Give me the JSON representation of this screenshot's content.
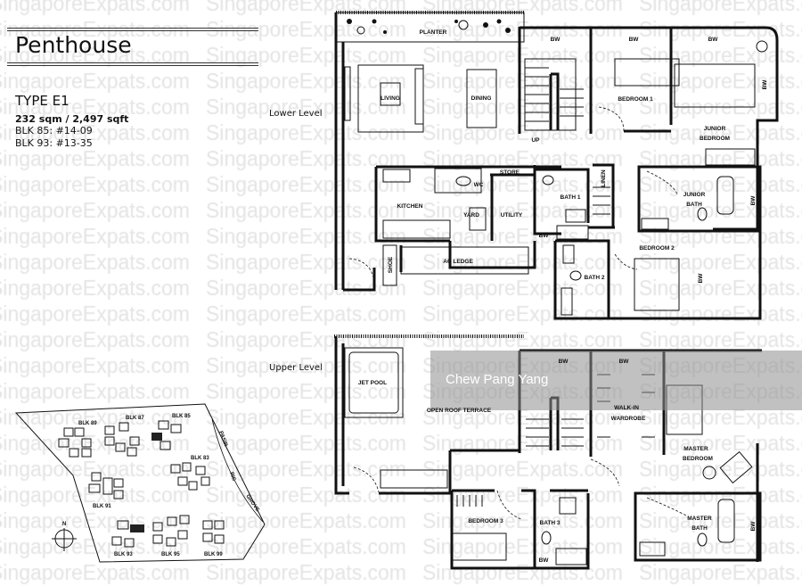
{
  "watermark": "SingaporeExpats.com",
  "header": {
    "title": "Penthouse",
    "type": "TYPE E1",
    "area": "232 sqm / 2,497 sqft",
    "units": [
      "BLK 85: #14-09",
      "BLK 93: #13-35"
    ]
  },
  "lower_level": {
    "label": "Lower Level",
    "rooms": {
      "planter": "PLANTER",
      "living": "LIVING",
      "dining": "DINING",
      "bw1": "BW",
      "bw2": "BW",
      "bw3": "BW",
      "bw4": "BW",
      "bw5": "BW",
      "bw6": "BW",
      "bw7": "BW",
      "bedroom1": "BEDROOM 1",
      "up": "UP",
      "junior_bedroom_1": "JUNIOR",
      "junior_bedroom_2": "BEDROOM",
      "store": "STORE",
      "wc": "WC",
      "bath1": "BATH 1",
      "linen": "LINEN",
      "kitchen": "KITCHEN",
      "yard": "YARD",
      "utility": "UTILITY",
      "junior_bath_1": "JUNIOR",
      "junior_bath_2": "BATH",
      "bedroom2": "BEDROOM 2",
      "ac_ledge": "AC LEDGE",
      "shoe": "SHOE",
      "bath2": "BATH 2"
    }
  },
  "upper_level": {
    "label": "Upper Level",
    "overlay_text": "Chew Pang Yang",
    "rooms": {
      "jet_pool": "JET POOL",
      "terrace": "OPEN ROOF TERRACE",
      "bw1": "BW",
      "bw2": "BW",
      "bw3": "BW",
      "bw4": "BW",
      "walkin_1": "WALK-IN",
      "walkin_2": "WARDROBE",
      "master_bedroom_1": "MASTER",
      "master_bedroom_2": "BEDROOM",
      "bedroom3": "BEDROOM 3",
      "bath3": "BATH 3",
      "master_bath_1": "MASTER",
      "master_bath_2": "BATH"
    }
  },
  "site_plan": {
    "blocks": [
      "BLK 89",
      "BLK 87",
      "BLK 85",
      "BLK 83",
      "BLK 91",
      "BLK 93",
      "BLK 95",
      "BLK 99"
    ],
    "road": [
      "PASIR",
      "RIS",
      "GROVE"
    ],
    "north": "N"
  }
}
